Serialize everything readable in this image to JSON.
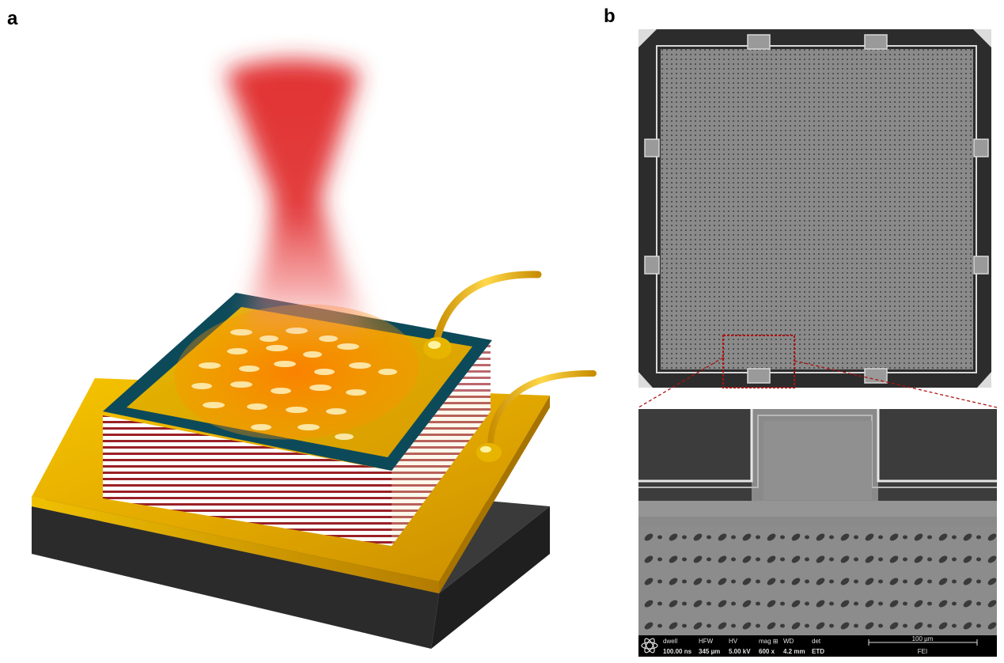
{
  "panels": {
    "a": {
      "label": "a"
    },
    "b": {
      "label": "b"
    }
  },
  "sem_info_bar": {
    "fields": [
      {
        "name": "dwell",
        "value": "100.00 ns"
      },
      {
        "name": "HFW",
        "value": "345 µm"
      },
      {
        "name": "HV",
        "value": "5.00 kV"
      },
      {
        "name": "mag ⊞",
        "value": "600 x"
      },
      {
        "name": "WD",
        "value": "4.2 mm"
      },
      {
        "name": "det",
        "value": "ETD"
      }
    ],
    "scale_bar_label": "100 µm",
    "vendor": "FEI"
  },
  "colors": {
    "laser": "#e0282a",
    "gold": "#e8b000",
    "teal_frame": "#0c4a5a",
    "stack_red": "#9a2026",
    "base_dark": "#2f2f2f",
    "zoom_box": "#b01010"
  }
}
